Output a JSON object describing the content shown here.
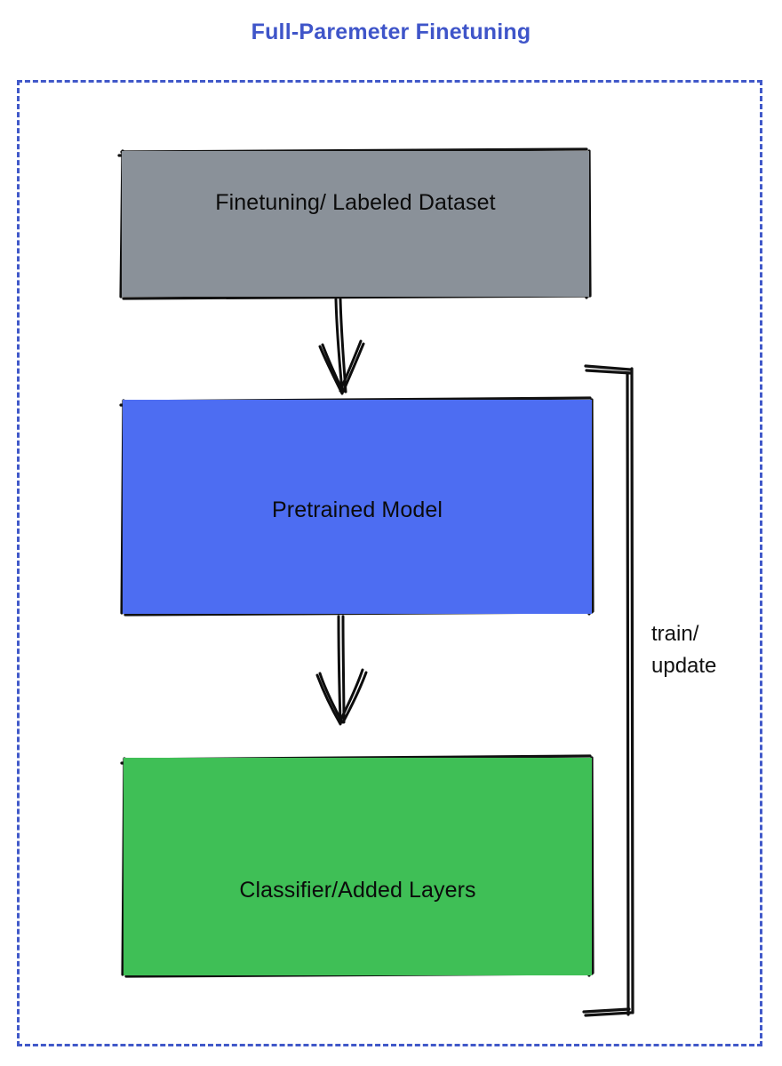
{
  "diagram": {
    "title": "Full-Paremeter Finetuning",
    "title_color": "#3f55c9",
    "container": {
      "border_style": "dashed",
      "border_color": "#4159c9"
    },
    "nodes": [
      {
        "id": "dataset",
        "label": "Finetuning/ Labeled Dataset",
        "fill": "#8a9199",
        "text_color": "#0b0b0b"
      },
      {
        "id": "pretrained",
        "label": "Pretrained Model",
        "fill": "#4d6df2",
        "text_color": "#0b0b0b"
      },
      {
        "id": "classifier",
        "label": "Classifier/Added Layers",
        "fill": "#3fbf56",
        "text_color": "#0b0b0b"
      }
    ],
    "edges": [
      {
        "id": "dataset-to-pretrained",
        "from": "dataset",
        "to": "pretrained",
        "label": ""
      },
      {
        "id": "pretrained-to-classifier",
        "from": "pretrained",
        "to": "classifier",
        "label": ""
      },
      {
        "id": "feedback-loop",
        "from": "classifier",
        "to": "pretrained",
        "label": "train/\nupdate"
      }
    ],
    "loop_label": "train/\nupdate"
  }
}
